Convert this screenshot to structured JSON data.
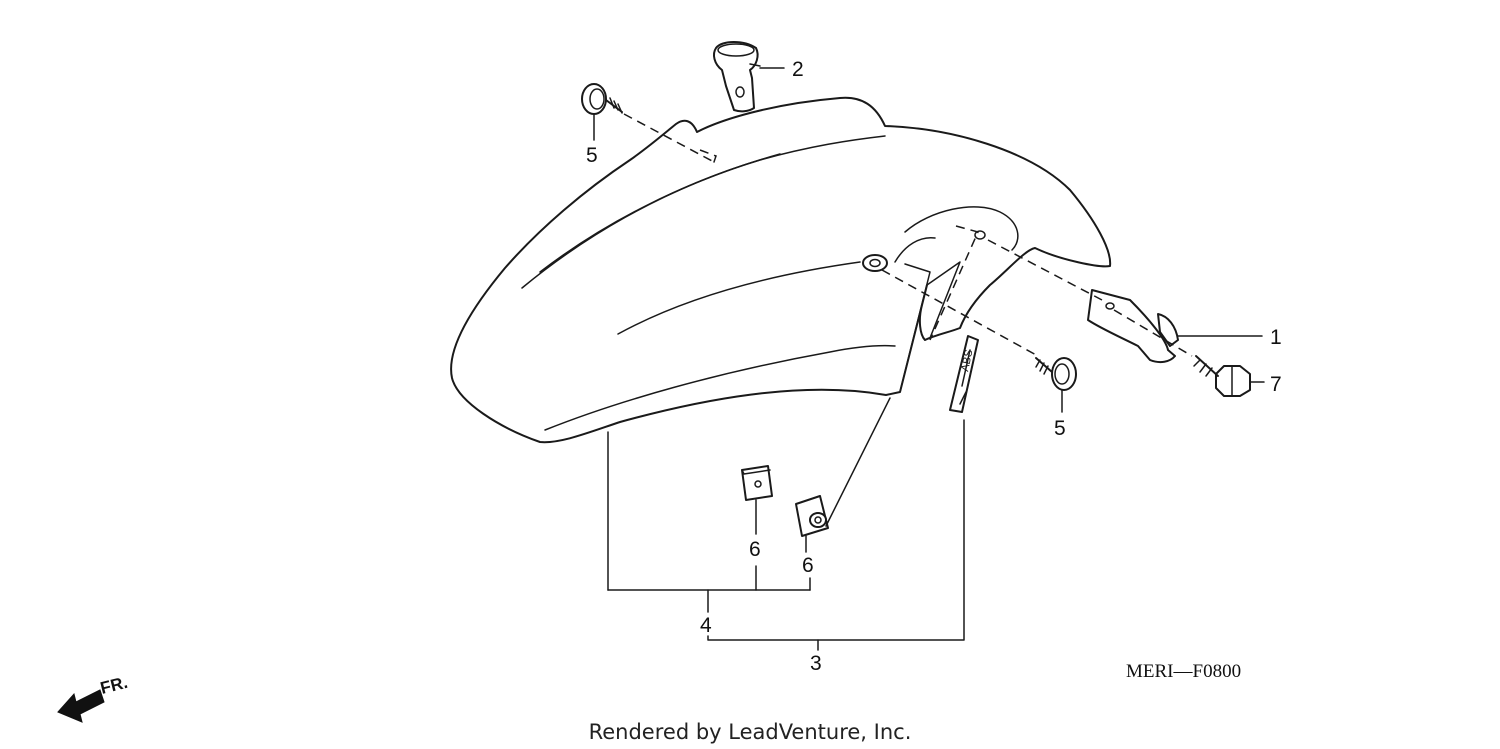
{
  "diagram": {
    "callouts": {
      "c1": "1",
      "c2": "2",
      "c3": "3",
      "c4": "4",
      "c5a": "5",
      "c5b": "5",
      "c6a": "6",
      "c6b": "6",
      "c7": "7"
    },
    "drawing_code": "MERI—F0800",
    "direction_label": "FR.",
    "credit": "Rendered by LeadVenture, Inc."
  },
  "colors": {
    "line": "#1a1a1a",
    "background": "#ffffff"
  }
}
